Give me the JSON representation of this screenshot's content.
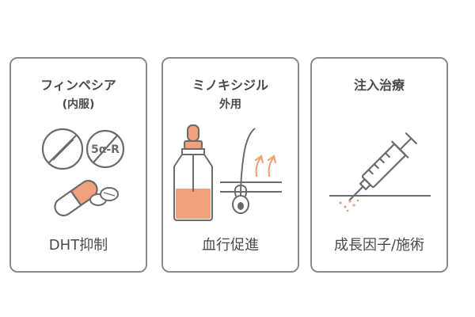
{
  "colors": {
    "outline": "#6b6b6b",
    "card_border": "#8a8a8a",
    "accent": "#f0a07a",
    "text": "#4a4a4a"
  },
  "cards": [
    {
      "title": "フィンペシア",
      "subtitle": "(内服)",
      "icons": [
        "prohibited-pill-icon",
        "5alpha-r-icon",
        "capsule-icon",
        "tablet-icon"
      ],
      "badge_text": "5α-R",
      "caption": "DHT抑制"
    },
    {
      "title": "ミノキシジル",
      "subtitle": "外用",
      "icons": [
        "dropper-bottle-icon",
        "hair-follicle-icon",
        "upward-arrows-icon"
      ],
      "caption": "血行促進"
    },
    {
      "title": "注入治療",
      "icons": [
        "syringe-icon",
        "skin-surface-icon"
      ],
      "caption": "成長因子/施術"
    }
  ]
}
